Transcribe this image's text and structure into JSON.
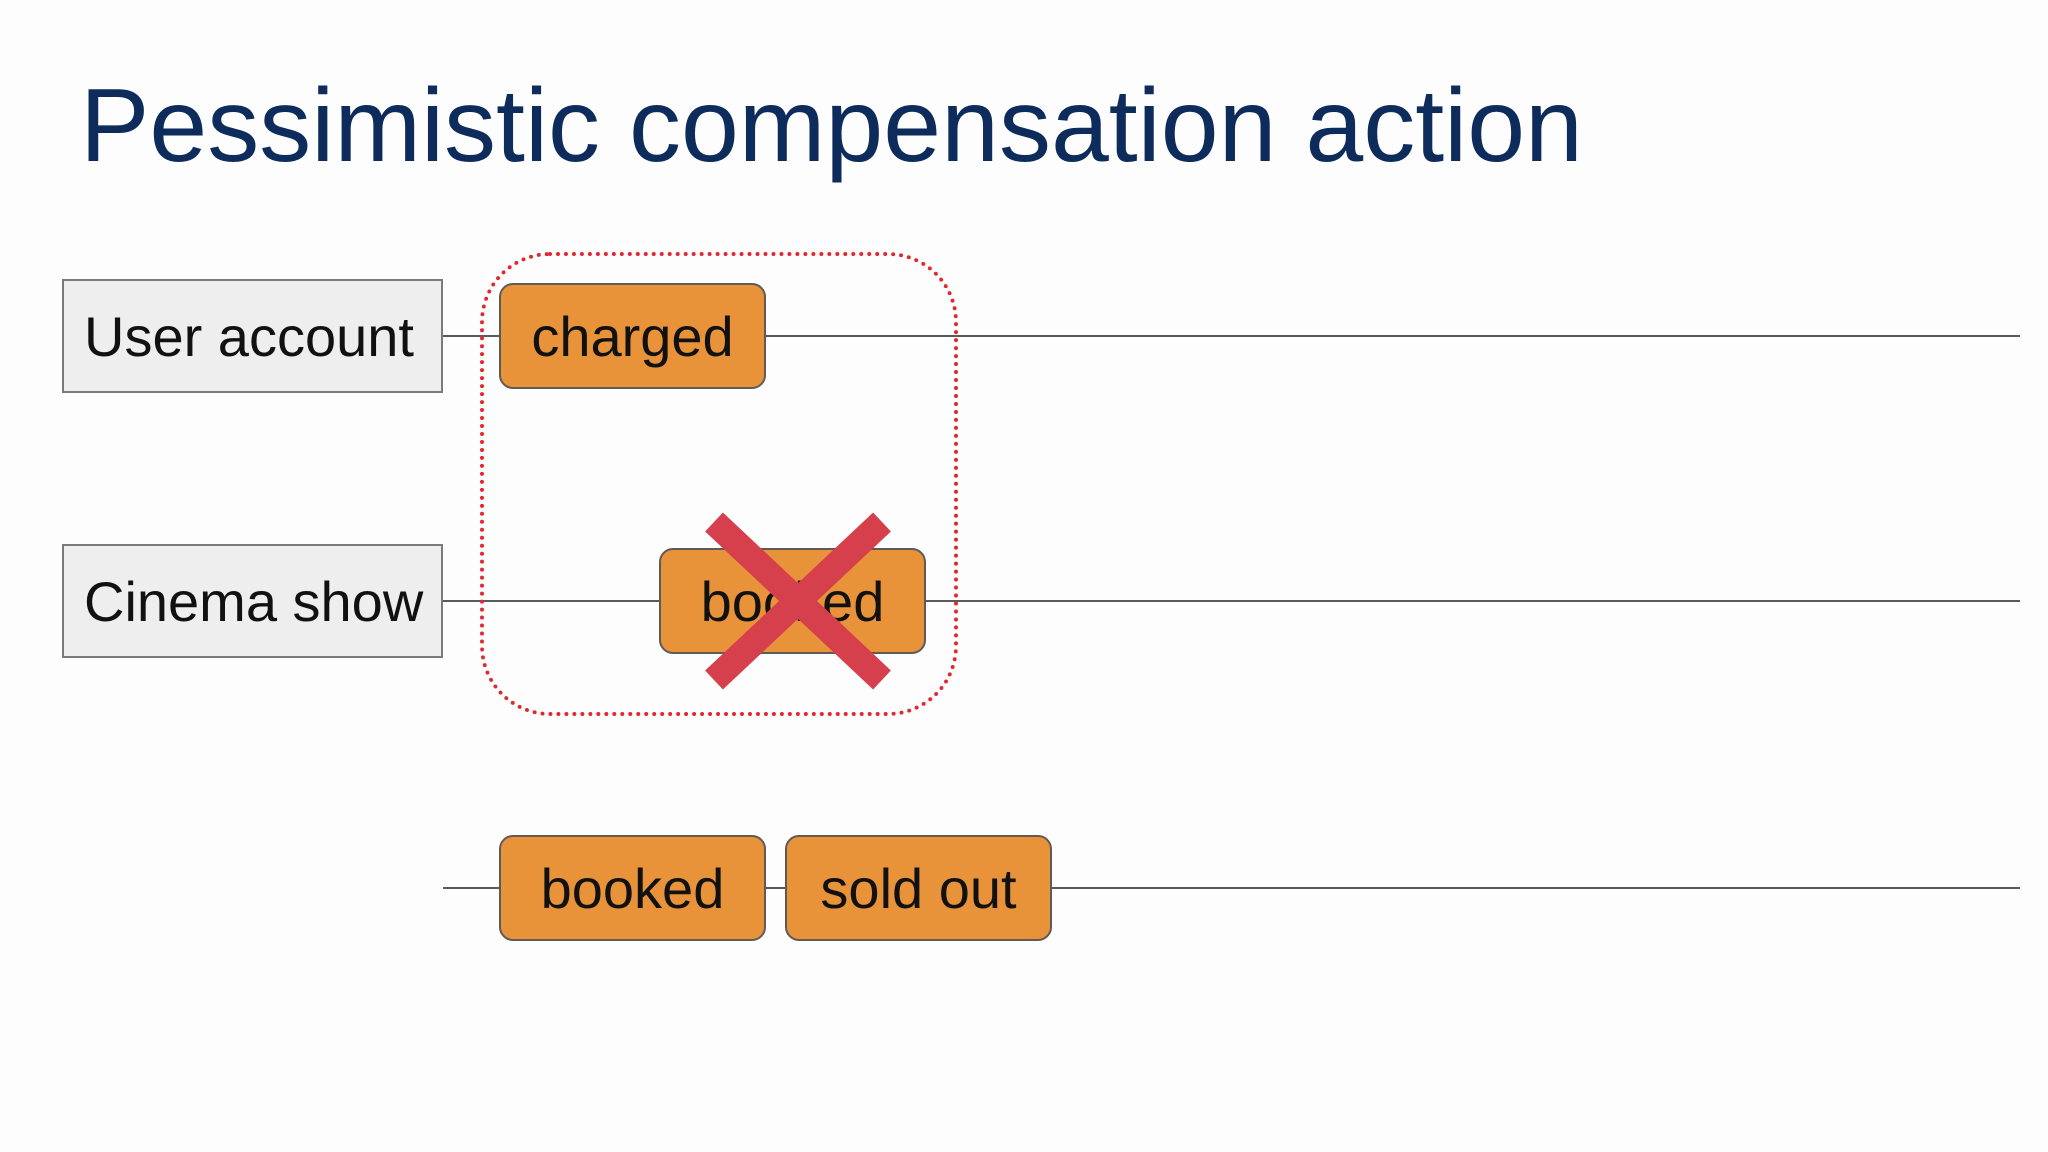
{
  "slide": {
    "title": "Pessimistic compensation action"
  },
  "diagram": {
    "lanes": [
      {
        "label": "User account"
      },
      {
        "label": "Cinema show"
      }
    ],
    "events": {
      "charged": "charged",
      "booked_cancelled": "booked",
      "booked": "booked",
      "sold_out": "sold out"
    },
    "cancel_mark": "cross-icon",
    "colors": {
      "title": "#0d2c5c",
      "event_fill": "#e8923a",
      "label_fill": "#efeeef",
      "frame": "#e0282e",
      "cross": "#d6404c",
      "line": "#5a5a5a"
    }
  }
}
